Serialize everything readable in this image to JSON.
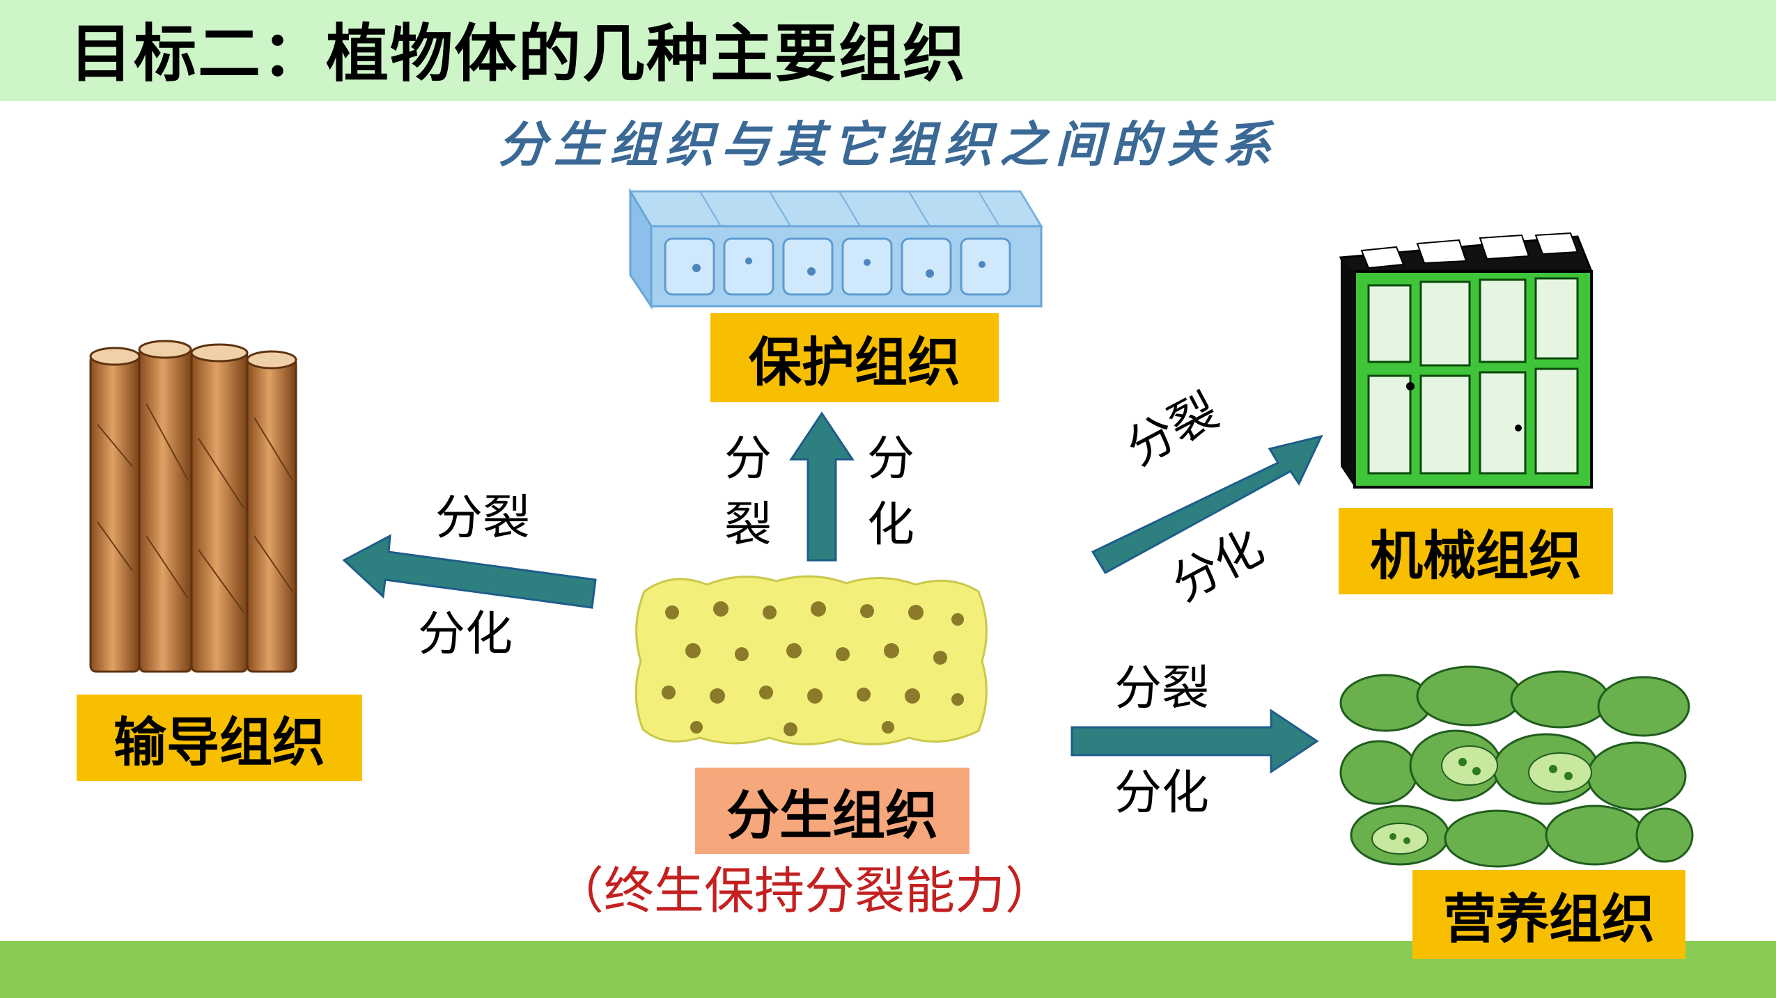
{
  "header": {
    "title": "目标二：植物体的几种主要组织",
    "subtitle": "分生组织与其它组织之间的关系"
  },
  "tissues": {
    "protective": "保护组织",
    "conductive": "输导组织",
    "mechanical": "机械组织",
    "nutritive": "营养组织",
    "meristem": "分生组织"
  },
  "meristem_note": "（终生保持分裂能力）",
  "arrow_labels": {
    "up_left_1": "分",
    "up_left_2": "裂",
    "up_right_1": "分",
    "up_right_2": "化",
    "left_top": "分裂",
    "left_bottom": "分化",
    "diag_top": "分裂",
    "diag_bottom": "分化",
    "right_top": "分裂",
    "right_bottom": "分化"
  },
  "colors": {
    "header_band": "#cdf5c8",
    "footer_band": "#88cc55",
    "label_box": "#f8bf00",
    "meristem_box": "#f7a77c",
    "arrow": "#2e8080",
    "subtitle": "#3a6996",
    "note": "#c42020"
  }
}
